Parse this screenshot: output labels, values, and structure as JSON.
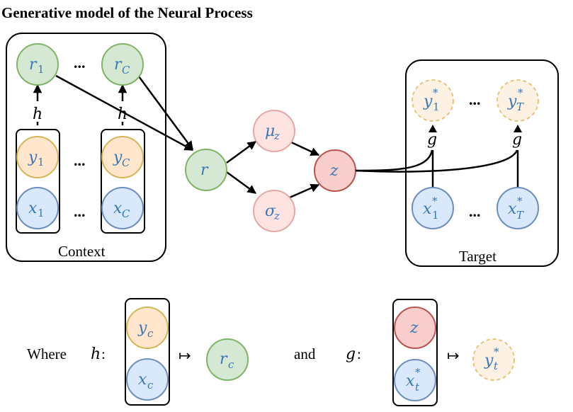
{
  "title": "Generative model of the Neural Process",
  "colors": {
    "green_fill": "#d5e8d4",
    "green_stroke": "#82b366",
    "orange_fill": "#ffe6cc",
    "orange_stroke": "#d6b656",
    "blue_fill": "#dae8fc",
    "blue_stroke": "#6c8ebf",
    "pink_fill": "#fde4e2",
    "pink_stroke": "#e6a7a5",
    "red_fill": "#f8cecc",
    "red_stroke": "#b85450",
    "target_fill": "#fdf1e3",
    "target_stroke": "#e8c47a",
    "var_text": "#3a78b5"
  },
  "context": {
    "label": "Context",
    "r1": {
      "base": "r",
      "sub": "1"
    },
    "rC": {
      "base": "r",
      "sub": "C"
    },
    "y1": {
      "base": "y",
      "sub": "1"
    },
    "yC": {
      "base": "y",
      "sub": "C"
    },
    "x1": {
      "base": "x",
      "sub": "1"
    },
    "xC": {
      "base": "x",
      "sub": "C"
    },
    "h_label": "h",
    "ellipsis": "..."
  },
  "middle": {
    "r": "r",
    "mu": {
      "base": "μ",
      "sub": "z"
    },
    "sigma": {
      "base": "σ",
      "sub": "z"
    },
    "z": "z"
  },
  "target": {
    "label": "Target",
    "y1": {
      "base": "y",
      "sub": "1",
      "sup": "*"
    },
    "yT": {
      "base": "y",
      "sub": "T",
      "sup": "*"
    },
    "x1": {
      "base": "x",
      "sub": "1",
      "sup": "*"
    },
    "xT": {
      "base": "x",
      "sub": "T",
      "sup": "*"
    },
    "g_label": "g",
    "ellipsis": "..."
  },
  "legend": {
    "where": "Where",
    "h": "h",
    "colon": ":",
    "and": "and",
    "g": "g",
    "maps_to": "↦",
    "h_in_top": {
      "base": "y",
      "sub": "c"
    },
    "h_in_bottom": {
      "base": "x",
      "sub": "c"
    },
    "h_out": {
      "base": "r",
      "sub": "c"
    },
    "g_in_top": "z",
    "g_in_bottom": {
      "base": "x",
      "sub": "t",
      "sup": "*"
    },
    "g_out": {
      "base": "y",
      "sub": "t",
      "sup": "*"
    }
  }
}
